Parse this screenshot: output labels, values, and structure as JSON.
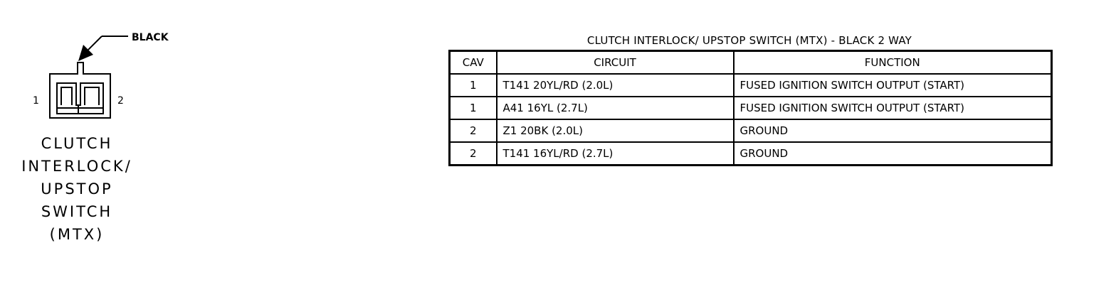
{
  "connector": {
    "color_callout": "BLACK",
    "pin_left": "1",
    "pin_right": "2",
    "name_lines": [
      "CLUTCH",
      "INTERLOCK/",
      "UPSTOP",
      "SWITCH",
      "(MTX)"
    ]
  },
  "table": {
    "title": "CLUTCH INTERLOCK/ UPSTOP SWITCH (MTX) - BLACK 2 WAY",
    "headers": {
      "cav": "CAV",
      "circuit": "CIRCUIT",
      "function": "FUNCTION"
    },
    "rows": [
      {
        "cav": "1",
        "circuit": "T141 20YL/RD (2.0L)",
        "function": "FUSED IGNITION SWITCH OUTPUT (START)"
      },
      {
        "cav": "1",
        "circuit": "A41 16YL (2.7L)",
        "function": "FUSED IGNITION SWITCH OUTPUT (START)"
      },
      {
        "cav": "2",
        "circuit": "Z1 20BK (2.0L)",
        "function": "GROUND"
      },
      {
        "cav": "2",
        "circuit": "T141 16YL/RD (2.7L)",
        "function": "GROUND"
      }
    ]
  }
}
